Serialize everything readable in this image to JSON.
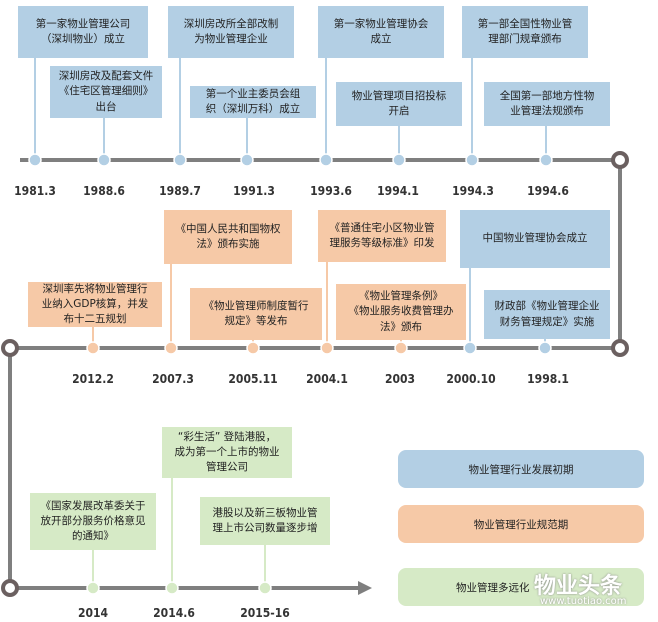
{
  "colors": {
    "line": "#7f7f7f",
    "dark_node": "#6b6060",
    "blue": "#b3cfe4",
    "orange": "#f6c9a7",
    "green": "#d6eac6"
  },
  "row1": {
    "dates": [
      "1981.3",
      "1988.6",
      "1989.7",
      "1991.3",
      "1993.6",
      "1994.1",
      "1994.3",
      "1994.6"
    ],
    "events": [
      "第一家物业管理公司\n（深圳物业）成立",
      "深圳房改及配套文件\n《住宅区管理细则》\n出台",
      "深圳房改所全部改制\n为物业管理企业",
      "第一个业主委员会组\n织（深圳万科）成立",
      "第一家物业管理协会\n成立",
      "物业管理项目招投标\n开启",
      "第一部全国性物业管\n理部门规章颁布",
      "全国第一部地方性物\n业管理法规颁布"
    ]
  },
  "row2": {
    "dates": [
      "2012.2",
      "2007.3",
      "2005.11",
      "2004.1",
      "2003",
      "2000.10",
      "1998.1"
    ],
    "events": [
      "深圳率先将物业管理行\n业纳入GDP核算，并发\n布十二五规划",
      "《中国人民共和国物权\n法》颁布实施",
      "《物业管理师制度暂行\n规定》等发布",
      "《普通住宅小区物业管\n理服务等级标准》印发",
      "《物业管理条例》\n《物业服务收费管理办\n法》颁布",
      "中国物业管理协会成立",
      "财政部《物业管理企业\n财务管理规定》实施"
    ]
  },
  "row3": {
    "dates": [
      "2014",
      "2014.6",
      "2015-16"
    ],
    "events": [
      "《国家发展改革委关于\n放开部分服务价格意见\n的通知》",
      "“彩生活” 登陆港股，\n成为第一个上市的物业\n管理公司",
      "港股以及新三板物业管\n理上市公司数量逐步增"
    ]
  },
  "legend": {
    "blue_label": "物业管理行业发展初期",
    "orange_label": "物业管理行业规范期",
    "green_label": "物业管理多远化"
  },
  "watermark": {
    "text": "物业头条",
    "url": "www.tuotiao.com"
  }
}
